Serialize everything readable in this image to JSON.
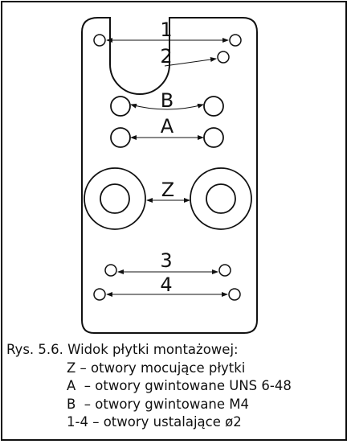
{
  "drawing": {
    "labels": {
      "one": "1",
      "two": "2",
      "b": "B",
      "a": "A",
      "z": "Z",
      "three": "3",
      "four": "4"
    }
  },
  "caption": {
    "title": "Rys. 5.6. Widok płytki montażowej:",
    "legend": [
      "Z – otwory mocujące płytki",
      "A  – otwory gwintowane UNS 6-48",
      "B  – otwory gwintowane M4",
      "1-4 – otwory ustalające ø2"
    ]
  }
}
